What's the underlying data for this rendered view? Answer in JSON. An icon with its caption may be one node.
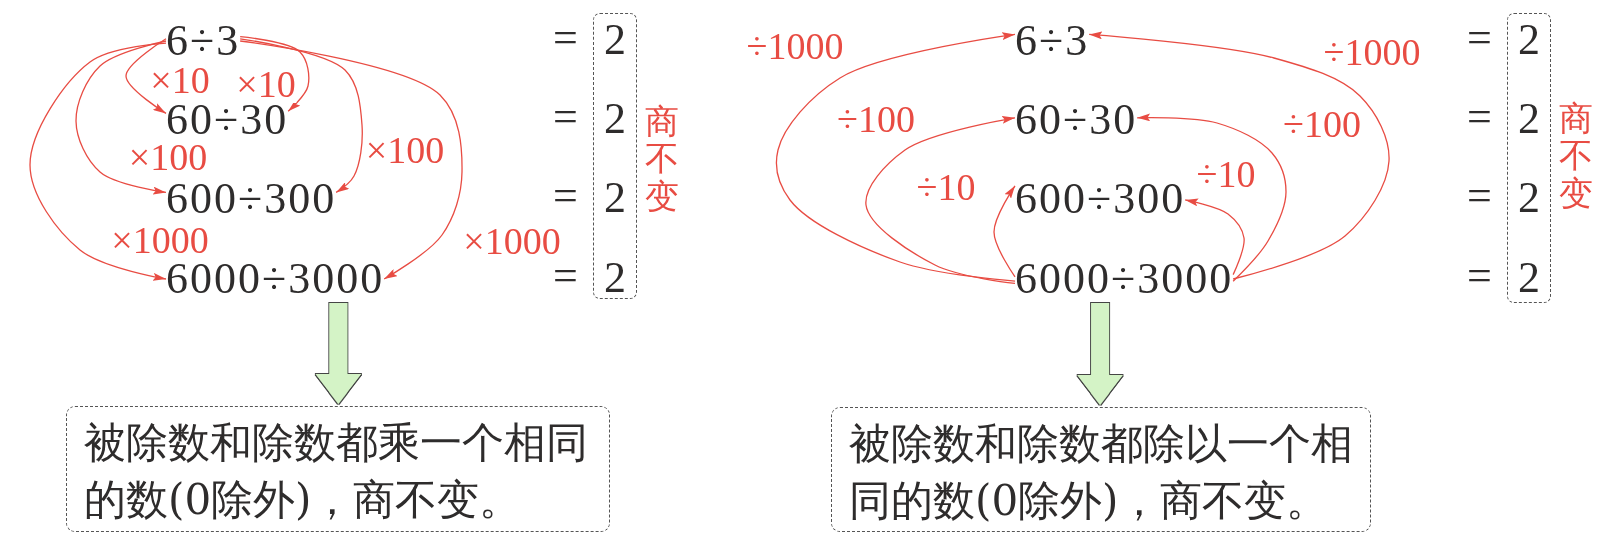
{
  "diagram": {
    "nodes": [
      {
        "text": [
          "6÷3"
        ]
      },
      {
        "text": [
          "60÷30"
        ]
      },
      {
        "text": [
          "600÷300"
        ]
      },
      {
        "text": [
          "6000÷3000"
        ]
      },
      {
        "text": [
          "2",
          "2",
          "2",
          "2"
        ],
        "beside": [
          "商不变"
        ]
      },
      {
        "text": [
          "被除数和除数都乘一个相同的数(0除外)，商不变。"
        ]
      },
      {
        "text": [
          "6÷3"
        ]
      },
      {
        "text": [
          "60÷30"
        ]
      },
      {
        "text": [
          "600÷300"
        ]
      },
      {
        "text": [
          "6000÷3000"
        ]
      },
      {
        "text": [
          "2",
          "2",
          "2",
          "2"
        ],
        "beside": [
          "商不变"
        ]
      },
      {
        "text": [
          "被除数和除数都除以一个相同的数(0除外)，商不变。"
        ]
      }
    ],
    "edges": [
      {
        "from": 0,
        "to": 1,
        "arrow": "to",
        "label": "×10"
      },
      {
        "from": 0,
        "to": 1,
        "arrow": "to",
        "label": "×10"
      },
      {
        "from": 0,
        "to": 2,
        "arrow": "to",
        "label": "×100"
      },
      {
        "from": 0,
        "to": 2,
        "arrow": "to",
        "label": "×100"
      },
      {
        "from": 0,
        "to": 3,
        "arrow": "to",
        "label": "×1000"
      },
      {
        "from": 0,
        "to": 3,
        "arrow": "to",
        "label": "×1000"
      },
      {
        "from": 3,
        "to": 5,
        "arrow": "to",
        "style": "thick",
        "color": "#d4f3c6"
      },
      {
        "from": 9,
        "to": 6,
        "arrow": "to",
        "label": "÷1000"
      },
      {
        "from": 9,
        "to": 6,
        "arrow": "to",
        "label": "÷1000"
      },
      {
        "from": 9,
        "to": 7,
        "arrow": "to",
        "label": "÷100"
      },
      {
        "from": 9,
        "to": 7,
        "arrow": "to",
        "label": "÷100"
      },
      {
        "from": 9,
        "to": 8,
        "arrow": "to",
        "label": "÷10"
      },
      {
        "from": 9,
        "to": 8,
        "arrow": "to",
        "label": "÷10"
      },
      {
        "from": 9,
        "to": 11,
        "arrow": "to",
        "style": "thick",
        "color": "#d4f3c6"
      }
    ],
    "labels": [
      "=",
      "=",
      "=",
      "=",
      "=",
      "=",
      "=",
      "="
    ]
  }
}
